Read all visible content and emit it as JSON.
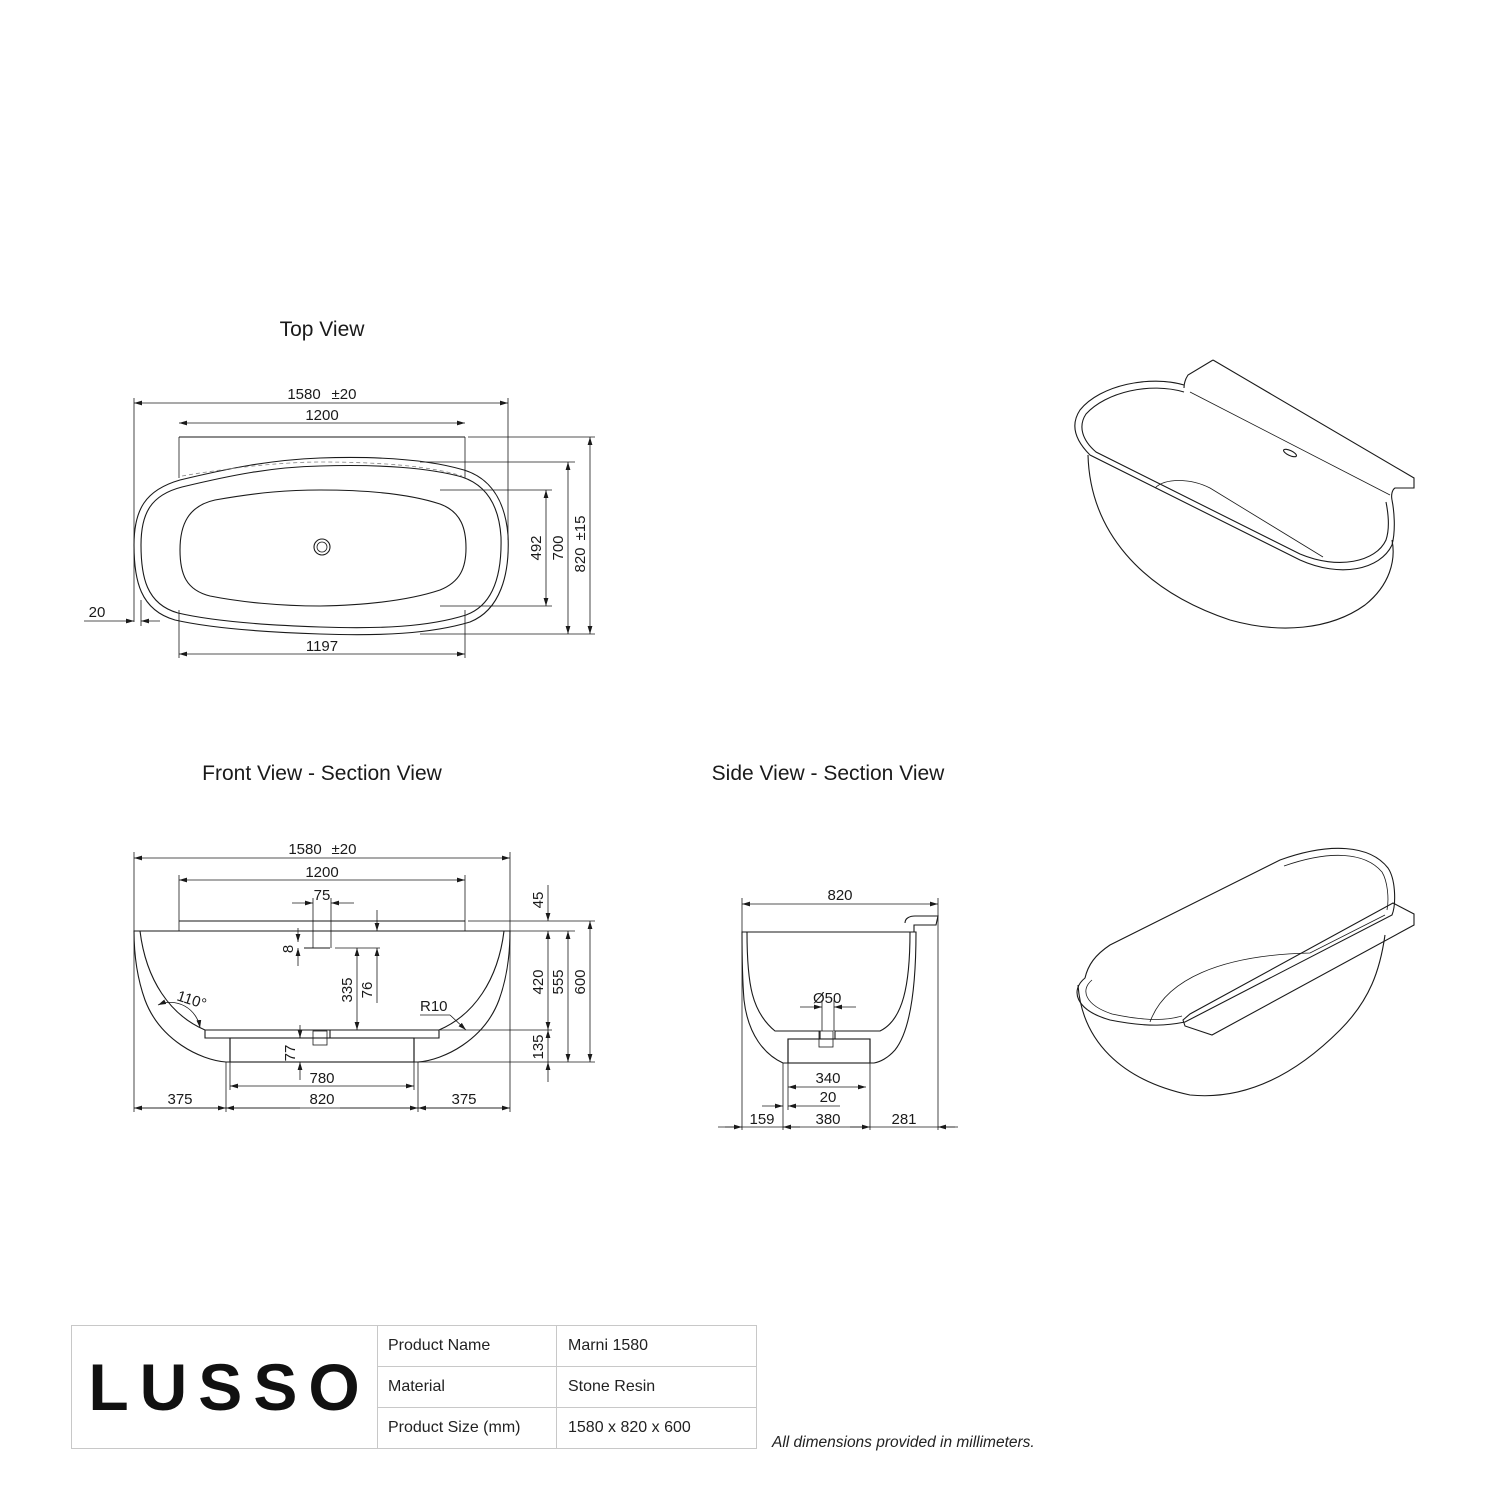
{
  "views": {
    "top": {
      "title": "Top View",
      "dims": {
        "overall_length": "1580",
        "overall_length_tol": "±20",
        "shelf_length": "1200",
        "inner_length": "1197",
        "inner_width": "492",
        "rim_width": "700",
        "overall_width": "820",
        "overall_width_tol": "±15",
        "rim_thickness": "20"
      }
    },
    "front": {
      "title": "Front View - Section View",
      "dims": {
        "overall_length": "1580",
        "overall_length_tol": "±20",
        "shelf_length": "1200",
        "overflow_width": "75",
        "shelf_height": "45",
        "overflow_height": "8",
        "overflow_to_base": "335",
        "overflow_from_top": "76",
        "base_thickness": "77",
        "inner_depth": "420",
        "rim_height": "555",
        "overall_height": "600",
        "base_height": "135",
        "angle": "110°",
        "radius": "R10",
        "plinth_inner": "780",
        "plinth_outer": "820",
        "left_offset": "375",
        "right_offset": "375"
      }
    },
    "side": {
      "title": "Side View - Section View",
      "dims": {
        "overall_width": "820",
        "waste_diameter": "Ø50",
        "plinth_inner": "340",
        "plinth_wall": "20",
        "plinth_outer": "380",
        "left_offset": "159",
        "right_offset": "281"
      }
    },
    "isometric": [
      {
        "label": "isometric-view-back"
      },
      {
        "label": "isometric-view-front"
      }
    ]
  },
  "titleblock": {
    "brand": "LUSSO",
    "rows": [
      {
        "label": "Product Name",
        "value": "Marni 1580"
      },
      {
        "label": "Material",
        "value": "Stone Resin"
      },
      {
        "label": "Product Size (mm)",
        "value": "1580 x 820 x 600"
      }
    ]
  },
  "note": "All dimensions provided in millimeters."
}
